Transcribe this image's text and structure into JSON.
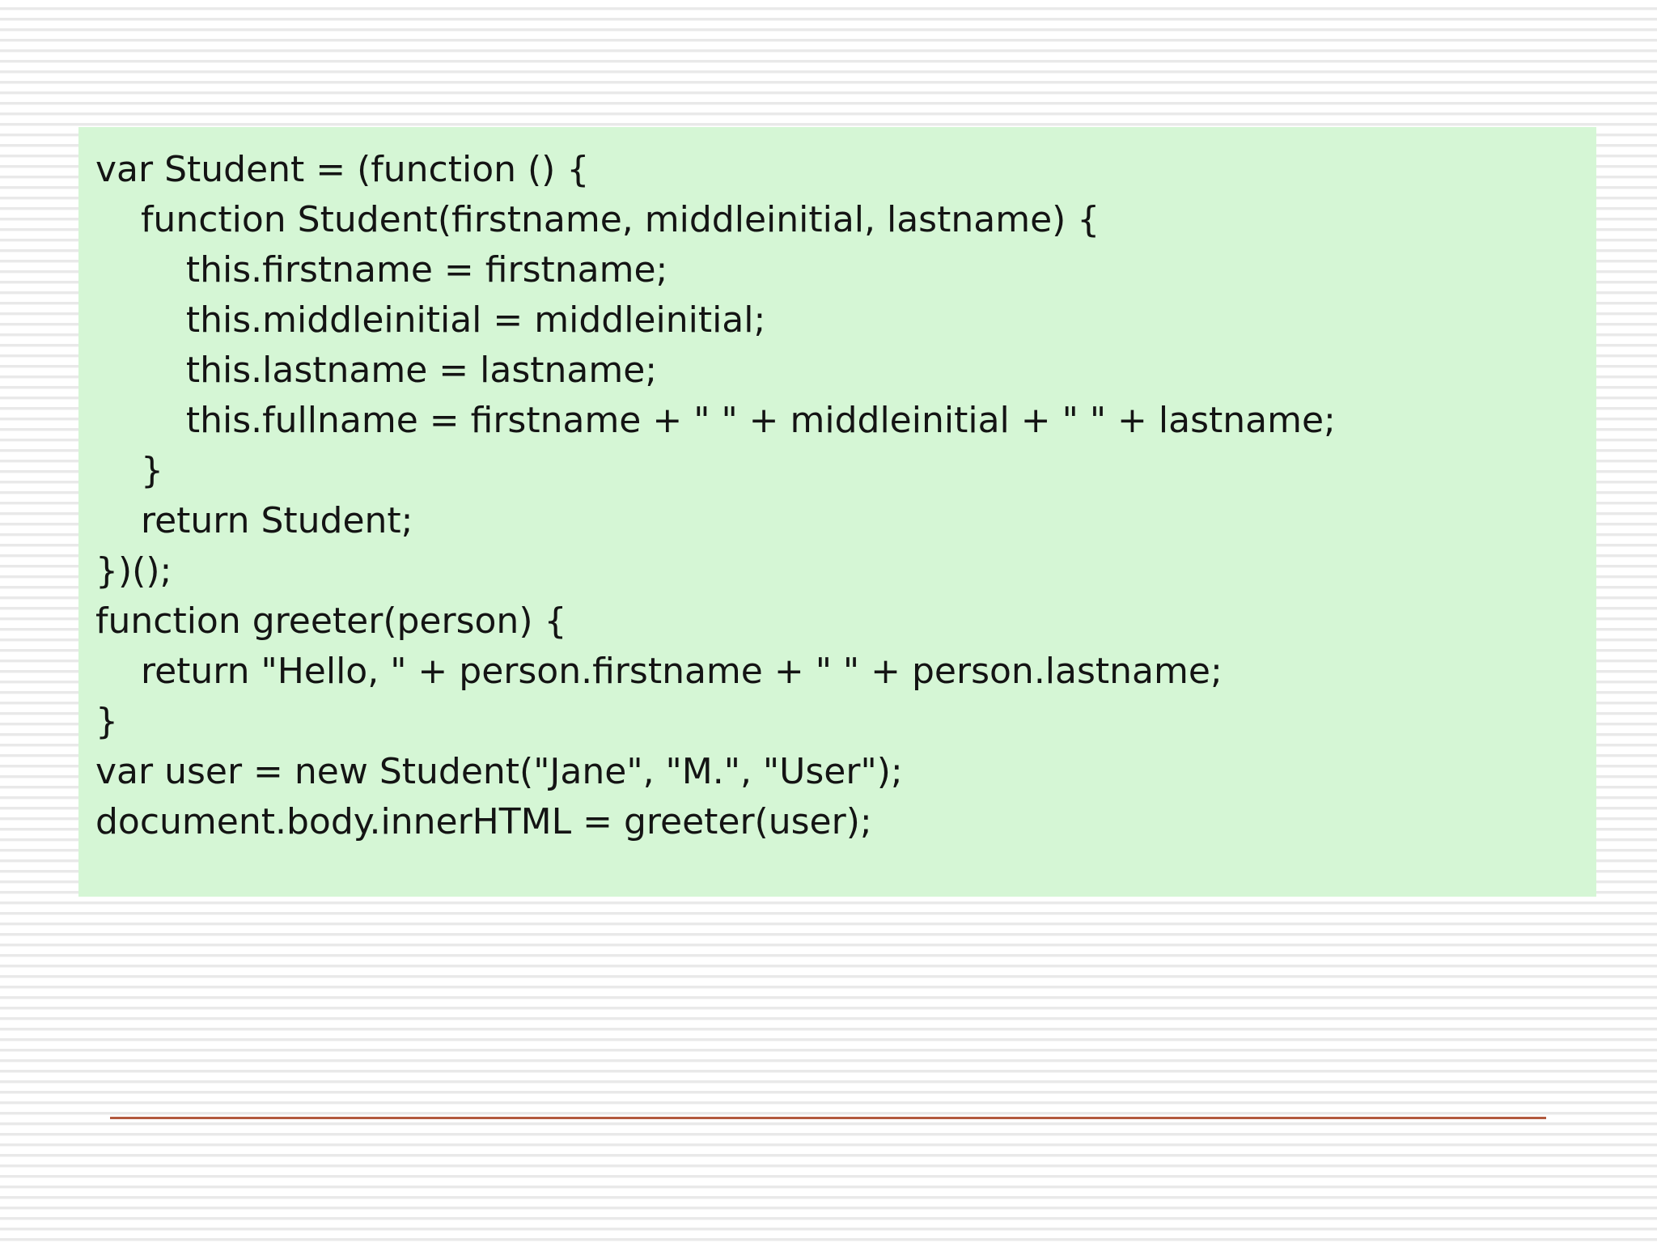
{
  "slide": {
    "background": {
      "stripe_color": "#e9e9e9",
      "base_color": "#ffffff"
    },
    "code_block": {
      "background_color": "#d5f6d5",
      "text_color": "#141414",
      "language": "javascript",
      "lines": [
        "var Student = (function () {",
        "    function Student(firstname, middleinitial, lastname) {",
        "        this.firstname = firstname;",
        "        this.middleinitial = middleinitial;",
        "        this.lastname = lastname;",
        "        this.fullname = firstname + \" \" + middleinitial + \" \" + lastname;",
        "    }",
        "    return Student;",
        "})();",
        "function greeter(person) {",
        "    return \"Hello, \" + person.firstname + \" \" + person.lastname;",
        "}",
        "var user = new Student(\"Jane\", \"M.\", \"User\");",
        "document.body.innerHTML = greeter(user);"
      ]
    },
    "divider": {
      "color": "#b2593e"
    }
  }
}
